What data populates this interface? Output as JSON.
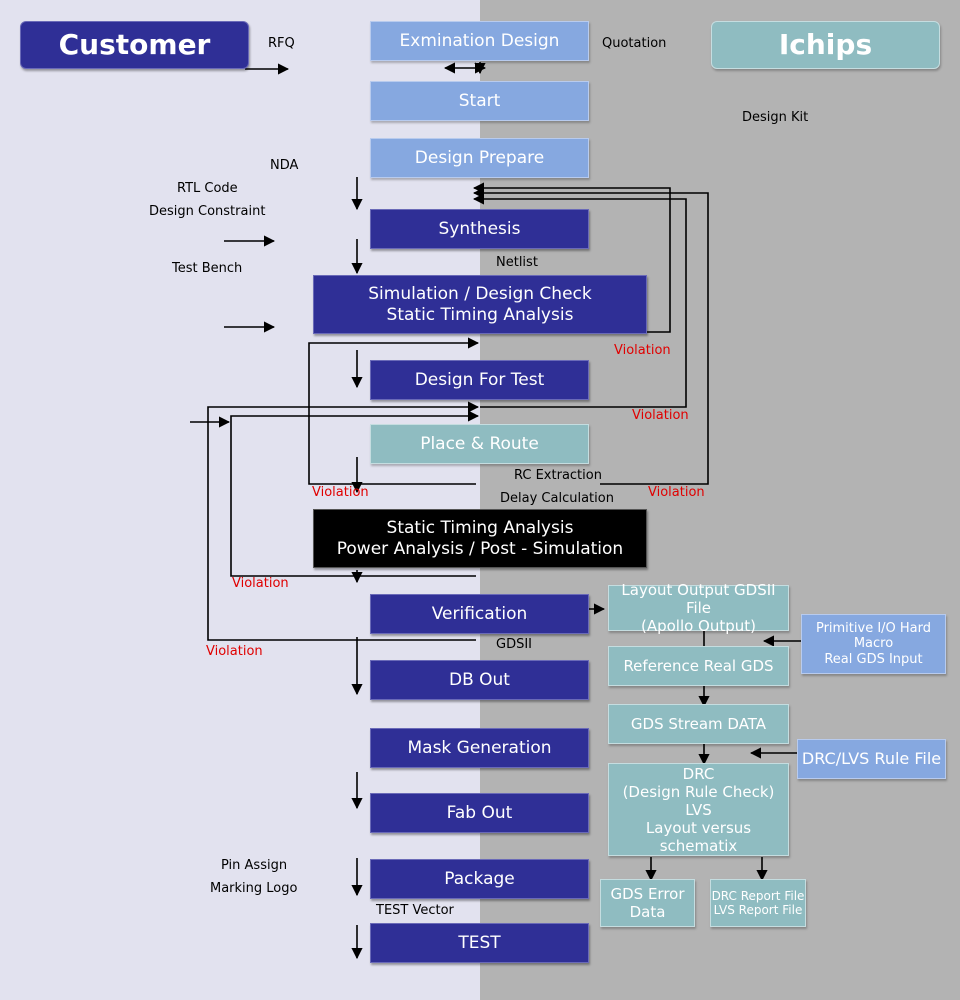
{
  "customer_label": "Customer",
  "ichips_label": "Ichips",
  "flow_steps": {
    "exam_design": "Exmination Design",
    "start": "Start",
    "design_prepare": "Design Prepare",
    "synthesis": "Synthesis",
    "simulation": [
      "Simulation / Design Check",
      "Static Timing Analysis"
    ],
    "dft": "Design For Test",
    "place_route": "Place & Route",
    "sta_post": [
      "Static Timing Analysis",
      "Power Analysis / Post - Simulation"
    ],
    "verification": "Verification",
    "db_out": "DB Out",
    "mask_generation": "Mask Generation",
    "fab_out": "Fab Out",
    "package": "Package",
    "test": "TEST"
  },
  "side_boxes": {
    "layout_output": [
      "Layout Output GDSII File",
      "(Apollo Output)"
    ],
    "reference_gds": "Reference Real GDS",
    "primitive_io": [
      "Primitive I/O Hard",
      "Macro",
      "Real GDS Input"
    ],
    "gds_stream": "GDS Stream DATA",
    "drc_lvs_rule": "DRC/LVS Rule File",
    "drc_lvs": [
      "DRC",
      "(Design Rule Check)",
      "LVS",
      "Layout versus schematix"
    ],
    "gds_error": [
      "GDS Error",
      "Data"
    ],
    "drc_report": [
      "DRC Report File",
      "LVS Report File"
    ]
  },
  "labels": {
    "rfq": "RFQ",
    "quotation": "Quotation",
    "design_kit": "Design Kit",
    "nda": "NDA",
    "rtl_code": "RTL Code",
    "design_constraint": "Design Constraint",
    "test_bench": "Test Bench",
    "netlist": "Netlist",
    "rc_extraction": "RC Extraction",
    "delay_calculation": "Delay Calculation",
    "gdsii": "GDSII",
    "pin_assign": "Pin Assign",
    "marking_logo": "Marking Logo",
    "test_vector": "TEST Vector"
  },
  "violation_label": "Violation",
  "colors": {
    "navy": "#2f2f96",
    "light_blue": "#86a8e0",
    "teal": "#8fbcc1",
    "violation_red": "#e00000"
  }
}
